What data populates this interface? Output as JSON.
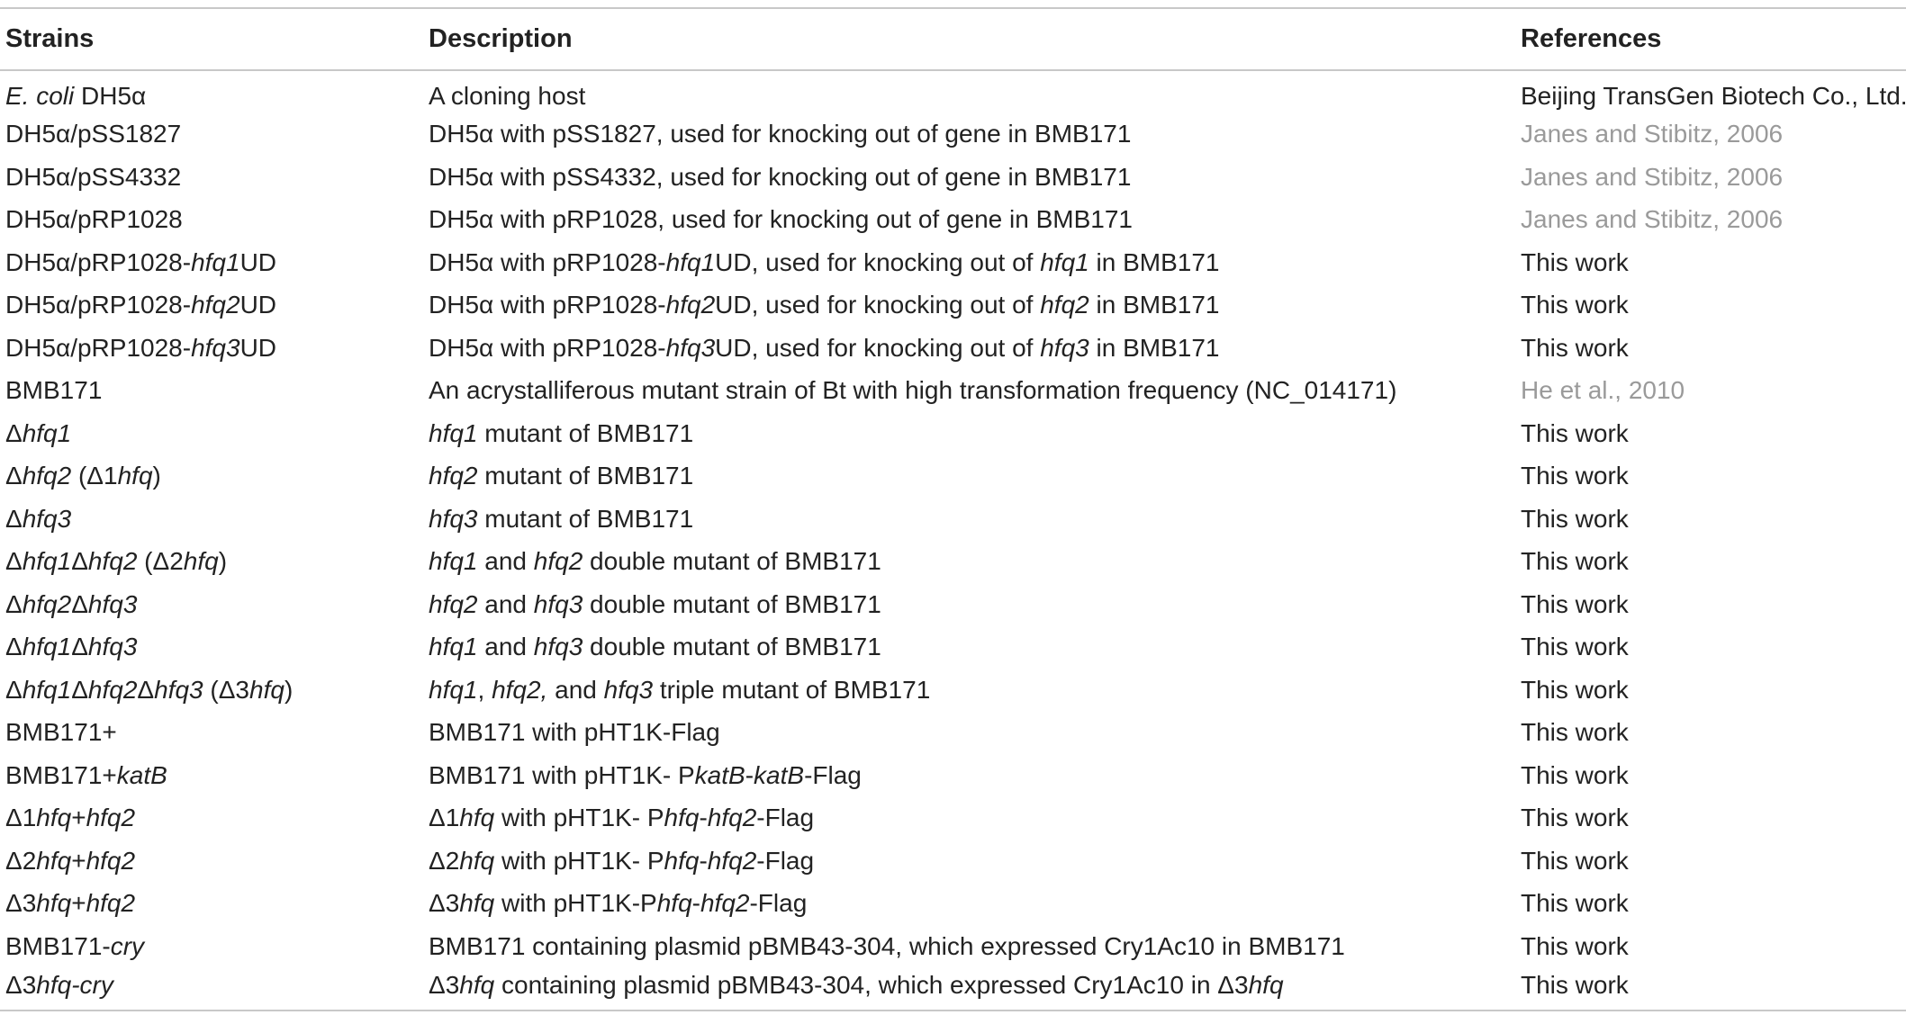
{
  "headers": {
    "strains": "Strains",
    "description": "Description",
    "references": "References"
  },
  "colors": {
    "text": "#222222",
    "reference_link": "#9a9a9a",
    "rule": "#c8c8c8"
  },
  "rows": [
    {
      "strain": [
        {
          "t": "E. coli",
          "i": true
        },
        {
          "t": " DH5α"
        }
      ],
      "description": [
        {
          "t": "A cloning host"
        }
      ],
      "reference": "Beijing TransGen Biotech Co., Ltd.",
      "reference_is_citation": false
    },
    {
      "strain": [
        {
          "t": "DH5α/pSS1827"
        }
      ],
      "description": [
        {
          "t": "DH5α with pSS1827, used for knocking out of gene in BMB171"
        }
      ],
      "reference": "Janes and Stibitz, 2006",
      "reference_is_citation": true
    },
    {
      "strain": [
        {
          "t": "DH5α/pSS4332"
        }
      ],
      "description": [
        {
          "t": "DH5α with pSS4332, used for knocking out of gene in BMB171"
        }
      ],
      "reference": "Janes and Stibitz, 2006",
      "reference_is_citation": true
    },
    {
      "strain": [
        {
          "t": "DH5α/pRP1028"
        }
      ],
      "description": [
        {
          "t": "DH5α with pRP1028, used for knocking out of gene in BMB171"
        }
      ],
      "reference": "Janes and Stibitz, 2006",
      "reference_is_citation": true
    },
    {
      "strain": [
        {
          "t": "DH5α/pRP1028-"
        },
        {
          "t": "hfq1",
          "i": true
        },
        {
          "t": "UD"
        }
      ],
      "description": [
        {
          "t": "DH5α with pRP1028-"
        },
        {
          "t": "hfq1",
          "i": true
        },
        {
          "t": "UD, used for knocking out of "
        },
        {
          "t": "hfq1",
          "i": true
        },
        {
          "t": " in BMB171"
        }
      ],
      "reference": "This work",
      "reference_is_citation": false
    },
    {
      "strain": [
        {
          "t": "DH5α/pRP1028-"
        },
        {
          "t": "hfq2",
          "i": true
        },
        {
          "t": "UD"
        }
      ],
      "description": [
        {
          "t": "DH5α with pRP1028-"
        },
        {
          "t": "hfq2",
          "i": true
        },
        {
          "t": "UD, used for knocking out of "
        },
        {
          "t": "hfq2",
          "i": true
        },
        {
          "t": " in BMB171"
        }
      ],
      "reference": "This work",
      "reference_is_citation": false
    },
    {
      "strain": [
        {
          "t": "DH5α/pRP1028-"
        },
        {
          "t": "hfq3",
          "i": true
        },
        {
          "t": "UD"
        }
      ],
      "description": [
        {
          "t": "DH5α with pRP1028-"
        },
        {
          "t": "hfq3",
          "i": true
        },
        {
          "t": "UD, used for knocking out of "
        },
        {
          "t": "hfq3",
          "i": true
        },
        {
          "t": " in BMB171"
        }
      ],
      "reference": "This work",
      "reference_is_citation": false
    },
    {
      "strain": [
        {
          "t": "BMB171"
        }
      ],
      "description": [
        {
          "t": "An acrystalliferous mutant strain of Bt with high transformation frequency (NC_014171)"
        }
      ],
      "reference": "He et al., 2010",
      "reference_is_citation": true
    },
    {
      "strain": [
        {
          "t": "Δ"
        },
        {
          "t": "hfq1",
          "i": true
        }
      ],
      "description": [
        {
          "t": "hfq1",
          "i": true
        },
        {
          "t": " mutant of BMB171"
        }
      ],
      "reference": "This work",
      "reference_is_citation": false
    },
    {
      "strain": [
        {
          "t": "Δ"
        },
        {
          "t": "hfq2",
          "i": true
        },
        {
          "t": " (Δ1"
        },
        {
          "t": "hfq",
          "i": true
        },
        {
          "t": ")"
        }
      ],
      "description": [
        {
          "t": "hfq2",
          "i": true
        },
        {
          "t": " mutant of BMB171"
        }
      ],
      "reference": "This work",
      "reference_is_citation": false
    },
    {
      "strain": [
        {
          "t": "Δ"
        },
        {
          "t": "hfq3",
          "i": true
        }
      ],
      "description": [
        {
          "t": "hfq3",
          "i": true
        },
        {
          "t": " mutant of BMB171"
        }
      ],
      "reference": "This work",
      "reference_is_citation": false
    },
    {
      "strain": [
        {
          "t": "Δ"
        },
        {
          "t": "hfq1",
          "i": true
        },
        {
          "t": "Δ"
        },
        {
          "t": "hfq2",
          "i": true
        },
        {
          "t": " (Δ2"
        },
        {
          "t": "hfq",
          "i": true
        },
        {
          "t": ")"
        }
      ],
      "description": [
        {
          "t": "hfq1",
          "i": true
        },
        {
          "t": " and "
        },
        {
          "t": "hfq2",
          "i": true
        },
        {
          "t": " double mutant of BMB171"
        }
      ],
      "reference": "This work",
      "reference_is_citation": false
    },
    {
      "strain": [
        {
          "t": "Δ"
        },
        {
          "t": "hfq2",
          "i": true
        },
        {
          "t": "Δ"
        },
        {
          "t": "hfq3",
          "i": true
        }
      ],
      "description": [
        {
          "t": "hfq2",
          "i": true
        },
        {
          "t": " and "
        },
        {
          "t": "hfq3",
          "i": true
        },
        {
          "t": " double mutant of BMB171"
        }
      ],
      "reference": "This work",
      "reference_is_citation": false
    },
    {
      "strain": [
        {
          "t": "Δ"
        },
        {
          "t": "hfq1",
          "i": true
        },
        {
          "t": "Δ"
        },
        {
          "t": "hfq3",
          "i": true
        }
      ],
      "description": [
        {
          "t": "hfq1",
          "i": true
        },
        {
          "t": " and "
        },
        {
          "t": "hfq3",
          "i": true
        },
        {
          "t": " double mutant of BMB171"
        }
      ],
      "reference": "This work",
      "reference_is_citation": false
    },
    {
      "strain": [
        {
          "t": "Δ"
        },
        {
          "t": "hfq1",
          "i": true
        },
        {
          "t": "Δ"
        },
        {
          "t": "hfq2",
          "i": true
        },
        {
          "t": "Δ"
        },
        {
          "t": "hfq3",
          "i": true
        },
        {
          "t": " (Δ3"
        },
        {
          "t": "hfq",
          "i": true
        },
        {
          "t": ")"
        }
      ],
      "description": [
        {
          "t": "hfq1",
          "i": true
        },
        {
          "t": ", "
        },
        {
          "t": "hfq2,",
          "i": true
        },
        {
          "t": " and "
        },
        {
          "t": "hfq3",
          "i": true
        },
        {
          "t": " triple mutant of BMB171"
        }
      ],
      "reference": "This work",
      "reference_is_citation": false
    },
    {
      "strain": [
        {
          "t": "BMB171+"
        }
      ],
      "description": [
        {
          "t": "BMB171 with pHT1K-Flag"
        }
      ],
      "reference": "This work",
      "reference_is_citation": false
    },
    {
      "strain": [
        {
          "t": "BMB171+"
        },
        {
          "t": "katB",
          "i": true
        }
      ],
      "description": [
        {
          "t": "BMB171 with pHT1K- P"
        },
        {
          "t": "katB",
          "i": true
        },
        {
          "t": "-"
        },
        {
          "t": "katB",
          "i": true
        },
        {
          "t": "-Flag"
        }
      ],
      "reference": "This work",
      "reference_is_citation": false
    },
    {
      "strain": [
        {
          "t": "Δ1"
        },
        {
          "t": "hfq",
          "i": true
        },
        {
          "t": "+"
        },
        {
          "t": "hfq2",
          "i": true
        }
      ],
      "description": [
        {
          "t": "Δ1"
        },
        {
          "t": "hfq",
          "i": true
        },
        {
          "t": " with pHT1K- P"
        },
        {
          "t": "hfq",
          "i": true
        },
        {
          "t": "-"
        },
        {
          "t": "hfq2",
          "i": true
        },
        {
          "t": "-Flag"
        }
      ],
      "reference": "This work",
      "reference_is_citation": false
    },
    {
      "strain": [
        {
          "t": "Δ2"
        },
        {
          "t": "hfq",
          "i": true
        },
        {
          "t": "+"
        },
        {
          "t": "hfq2",
          "i": true
        }
      ],
      "description": [
        {
          "t": "Δ2"
        },
        {
          "t": "hfq",
          "i": true
        },
        {
          "t": " with pHT1K- P"
        },
        {
          "t": "hfq",
          "i": true
        },
        {
          "t": "-"
        },
        {
          "t": "hfq2",
          "i": true
        },
        {
          "t": "-Flag"
        }
      ],
      "reference": "This work",
      "reference_is_citation": false
    },
    {
      "strain": [
        {
          "t": "Δ3"
        },
        {
          "t": "hfq",
          "i": true
        },
        {
          "t": "+"
        },
        {
          "t": "hfq2",
          "i": true
        }
      ],
      "description": [
        {
          "t": "Δ3"
        },
        {
          "t": "hfq",
          "i": true
        },
        {
          "t": " with pHT1K-P"
        },
        {
          "t": "hfq",
          "i": true
        },
        {
          "t": "-"
        },
        {
          "t": "hfq2",
          "i": true
        },
        {
          "t": "-Flag"
        }
      ],
      "reference": "This work",
      "reference_is_citation": false
    },
    {
      "strain": [
        {
          "t": "BMB171-"
        },
        {
          "t": "cry",
          "i": true
        }
      ],
      "description": [
        {
          "t": "BMB171 containing plasmid pBMB43-304, which expressed Cry1Ac10 in BMB171"
        }
      ],
      "reference": "This work",
      "reference_is_citation": false
    },
    {
      "strain": [
        {
          "t": "Δ3"
        },
        {
          "t": "hfq-cry",
          "i": true
        }
      ],
      "description": [
        {
          "t": "Δ3"
        },
        {
          "t": "hfq",
          "i": true
        },
        {
          "t": " containing plasmid pBMB43-304, which expressed Cry1Ac10 in Δ3"
        },
        {
          "t": "hfq",
          "i": true
        }
      ],
      "reference": "This work",
      "reference_is_citation": false
    }
  ]
}
